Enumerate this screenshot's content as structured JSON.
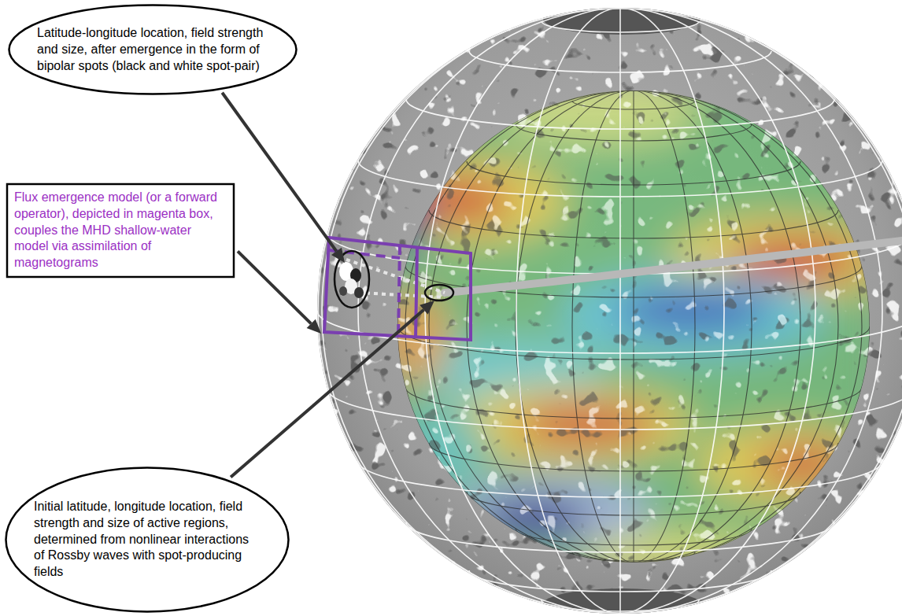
{
  "diagram": {
    "nodes": [
      {
        "text": [
          "Latitude-longitude location, field strength and size, after emergence in the form of bipolar spots (black and white spot-pair)"
        ]
      },
      {
        "text": [
          "Flux emergence model (or a forward operator), depicted in magenta box, couples the MHD shallow-water model via assimilation of magnetograms"
        ]
      },
      {
        "text": [
          "Initial latitude, longitude location, field strength and size of active regions, determined from nonlinear interactions of Rossby waves with spot-producing fields"
        ]
      }
    ]
  }
}
